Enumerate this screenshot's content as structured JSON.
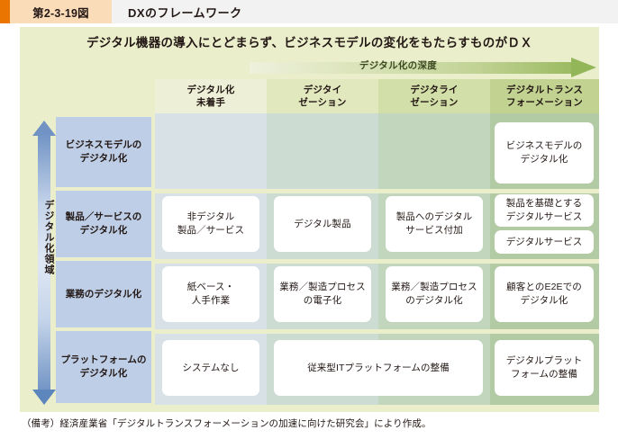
{
  "caption": {
    "number": "第2-3-19図",
    "title": "DXのフレームワーク"
  },
  "figure": {
    "title": "デジタル機器の導入にとどまらず、ビジネスモデルの変化をもたらすものがＤＸ",
    "x_axis_label": "デジタル化の深度",
    "y_axis_label": "デジタル化領域"
  },
  "colors": {
    "accent_orange": "#ea7500",
    "caption_number_bg": "#fbdcb9",
    "panel_bg": "#eaeecb",
    "row_label_bg": "#bdcee6",
    "arrow_green": "#93b659",
    "arrow_blue": "#6f92c4",
    "col_header_1": "#edf0d7",
    "col_header_2": "#e1e8bd",
    "col_header_3": "#d3dfa8",
    "col_header_4": "#c2d391",
    "col_band_1": "#d8e2e6",
    "col_band_2": "#ccdcd2",
    "col_band_3": "#c2d6bd",
    "col_band_4": "#b3cba5"
  },
  "chart_data": {
    "type": "table",
    "title": "デジタル機器の導入にとどまらず、ビジネスモデルの変化をもたらすものがＤＸ",
    "xlabel": "デジタル化の深度",
    "ylabel": "デジタル化領域",
    "columns": [
      "デジタル化\n未着手",
      "デジタイ\nゼーション",
      "デジタライ\nゼーション",
      "デジタルトランス\nフォーメーション"
    ],
    "rows": [
      "ビジネスモデルの\nデジタル化",
      "製品／サービスの\nデジタル化",
      "業務のデジタル化",
      "プラットフォームの\nデジタル化"
    ],
    "cells": [
      [
        "",
        "",
        "",
        "ビジネスモデルの\nデジタル化"
      ],
      [
        "非デジタル\n製品／サービス",
        "デジタル製品",
        "製品へのデジタル\nサービス付加",
        "製品を基礎とする\nデジタルサービス / デジタルサービス"
      ],
      [
        "紙ベース・\n人手作業",
        "業務／製造プロセス\nの電子化",
        "業務／製造プロセス\nのデジタル化",
        "顧客とのE2Eでの\nデジタル化"
      ],
      [
        "システムなし",
        "従来型ITプラットフォームの整備",
        "",
        "デジタルプラット\nフォームの整備"
      ]
    ]
  },
  "columns": [
    {
      "line1": "デジタル化",
      "line2": "未着手"
    },
    {
      "line1": "デジタイ",
      "line2": "ゼーション"
    },
    {
      "line1": "デジタライ",
      "line2": "ゼーション"
    },
    {
      "line1": "デジタルトランス",
      "line2": "フォーメーション"
    }
  ],
  "rows": [
    {
      "label_line1": "ビジネスモデルの",
      "label_line2": "デジタル化"
    },
    {
      "label_line1": "製品／サービスの",
      "label_line2": "デジタル化"
    },
    {
      "label_line1": "業務のデジタル化",
      "label_line2": ""
    },
    {
      "label_line1": "プラットフォームの",
      "label_line2": "デジタル化"
    }
  ],
  "cells": {
    "r1c4_l1": "ビジネスモデルの",
    "r1c4_l2": "デジタル化",
    "r2c1_l1": "非デジタル",
    "r2c1_l2": "製品／サービス",
    "r2c2_l1": "デジタル製品",
    "r2c3_l1": "製品へのデジタル",
    "r2c3_l2": "サービス付加",
    "r2c4a_l1": "製品を基礎とする",
    "r2c4a_l2": "デジタルサービス",
    "r2c4b_l1": "デジタルサービス",
    "r3c1_l1": "紙ベース・",
    "r3c1_l2": "人手作業",
    "r3c2_l1": "業務／製造プロセス",
    "r3c2_l2": "の電子化",
    "r3c3_l1": "業務／製造プロセス",
    "r3c3_l2": "のデジタル化",
    "r3c4_l1": "顧客とのE2Eでの",
    "r3c4_l2": "デジタル化",
    "r4c1_l1": "システムなし",
    "r4c23_l1": "従来型ITプラットフォームの整備",
    "r4c4_l1": "デジタルプラット",
    "r4c4_l2": "フォームの整備"
  },
  "note": "（備考）経済産業省「デジタルトランスフォーメーションの加速に向けた研究会」により作成。"
}
